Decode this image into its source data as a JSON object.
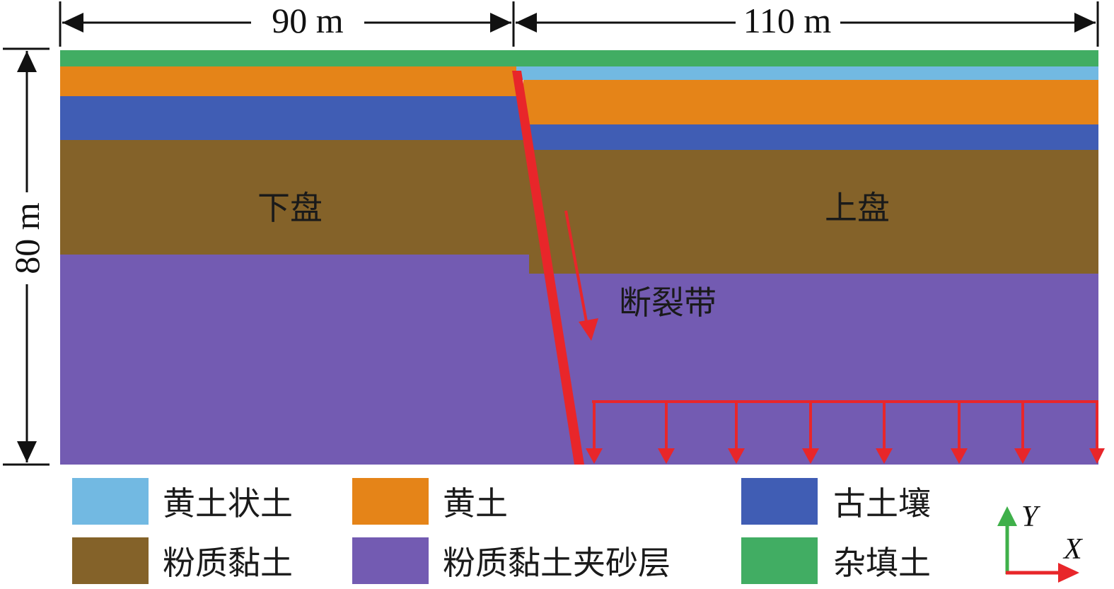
{
  "dimensions": {
    "top_left": "90 m",
    "top_right": "110 m",
    "left_vertical": "80 m"
  },
  "blocks": {
    "left_label": "下盘",
    "right_label": "上盘",
    "fault_label": "断裂带"
  },
  "colors": {
    "fill_soil": "#41ad63",
    "loess_like": "#72b9e2",
    "loess": "#e58418",
    "paleosol": "#405db4",
    "silty_clay": "#846229",
    "silty_clay_sand": "#735bb2",
    "fault": "#e8262a",
    "axis_y": "#3fb04a",
    "axis_x": "#e8262a"
  },
  "legend": [
    {
      "label": "黄土状土",
      "color": "#72b9e2"
    },
    {
      "label": "黄土",
      "color": "#e58418"
    },
    {
      "label": "古土壤",
      "color": "#405db4"
    },
    {
      "label": "粉质黏土",
      "color": "#846229"
    },
    {
      "label": "粉质黏土夹砂层",
      "color": "#735bb2"
    },
    {
      "label": "杂填土",
      "color": "#41ad63"
    }
  ],
  "axes": {
    "y_label": "Y",
    "x_label": "X"
  }
}
